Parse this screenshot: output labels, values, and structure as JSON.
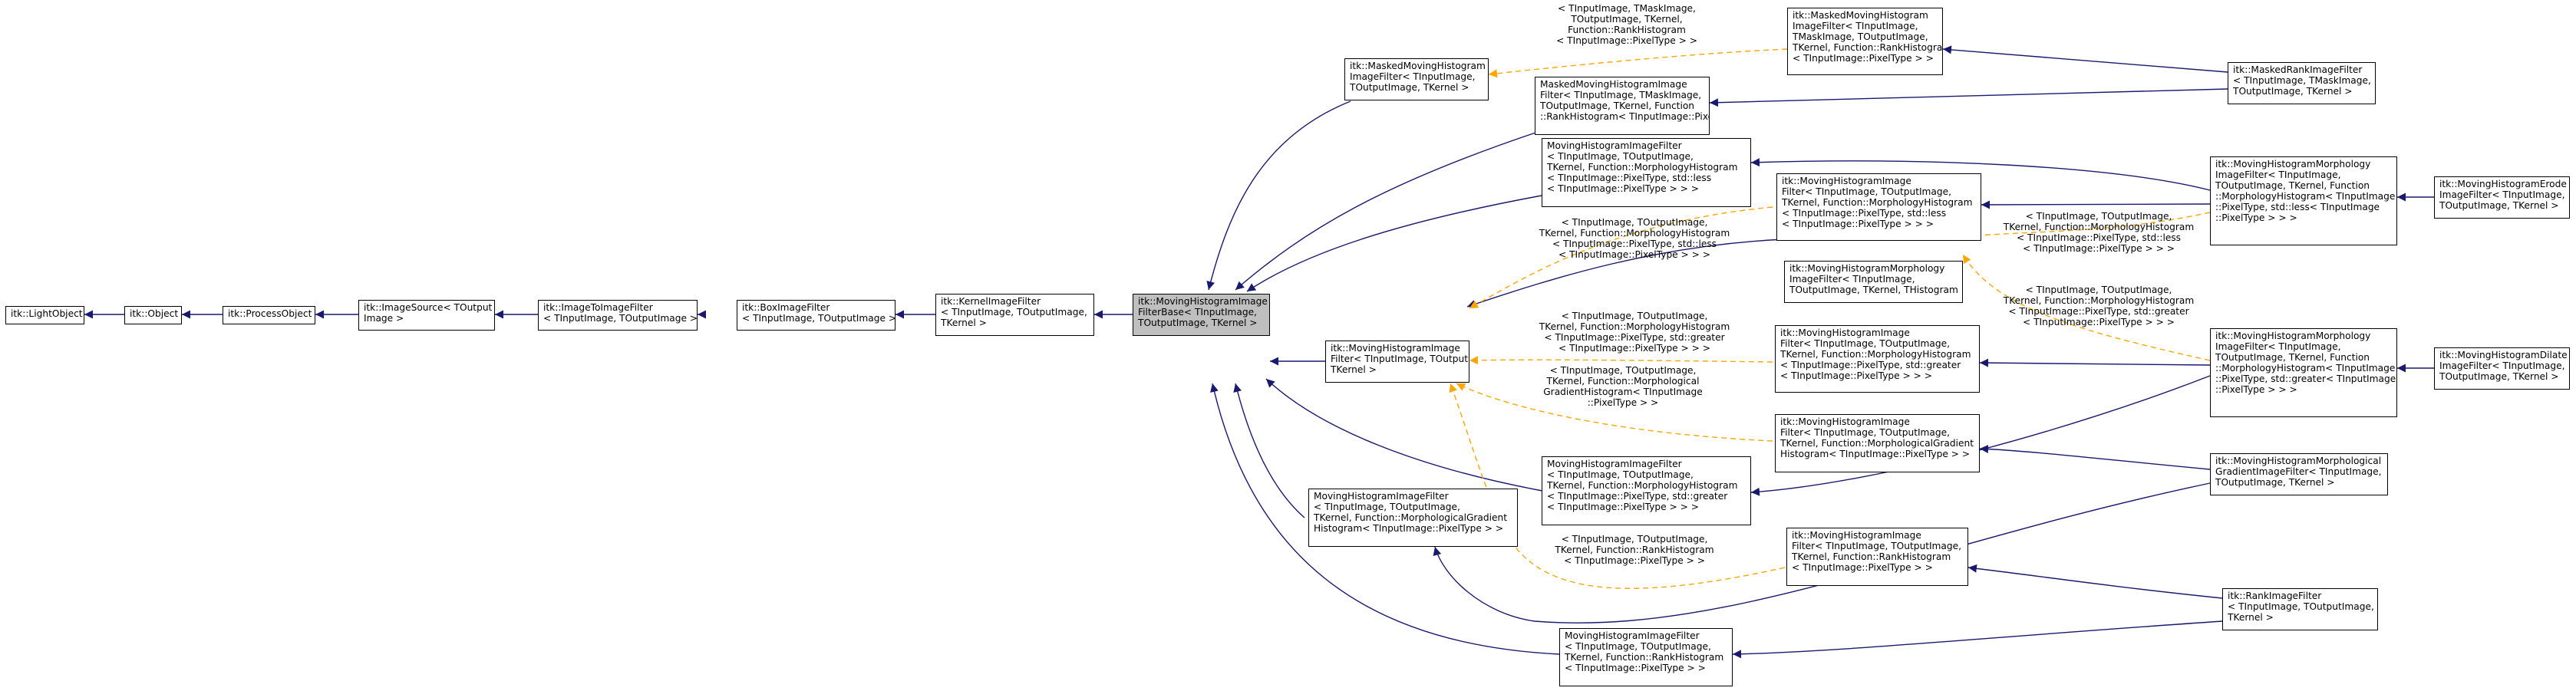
{
  "colors": {
    "inherit_edge": "#191970",
    "template_edge": "#ffa500",
    "focus_fill": "#bfbfbf"
  },
  "nodes": {
    "light_object": "itk::LightObject",
    "object": "itk::Object",
    "process_object": "itk::ProcessObject",
    "image_source": "itk::ImageSource< TOutput\nImage >",
    "image_to_image": "itk::ImageToImageFilter\n< TInputImage, TOutputImage >",
    "box_image": "itk::BoxImageFilter\n< TInputImage, TOutputImage >",
    "kernel_image": "itk::KernelImageFilter\n< TInputImage, TOutputImage,\nTKernel >",
    "mh_base": "itk::MovingHistogramImage\nFilterBase< TInputImage,\nTOutputImage, TKernel >",
    "masked_mh": "itk::MaskedMovingHistogram\nImageFilter< TInputImage,\nTOutputImage, TKernel >",
    "mh_filter": "itk::MovingHistogramImage\nFilter< TInputImage, TOutputImage,\nTKernel >",
    "mh_gradient_inst": "MovingHistogramImageFilter\n< TInputImage, TOutputImage,\nTKernel, Function::MorphologicalGradient\nHistogram< TInputImage::PixelType > >",
    "mh_rank_inst": "MovingHistogramImageFilter\n< TInputImage, TOutputImage,\nTKernel, Function::RankHistogram\n< TInputImage::PixelType > >",
    "masked_mh_inst": "MaskedMovingHistogramImage\nFilter< TInputImage, TMaskImage,\nTOutputImage, TKernel, Function\n::RankHistogram< TInputImage::PixelType > >",
    "mh_less_inst": "MovingHistogramImageFilter\n< TInputImage, TOutputImage,\nTKernel, Function::MorphologyHistogram\n< TInputImage::PixelType, std::less\n< TInputImage::PixelType > > >",
    "mh_greater_inst": "MovingHistogramImageFilter\n< TInputImage, TOutputImage,\nTKernel, Function::MorphologyHistogram\n< TInputImage::PixelType, std::greater\n< TInputImage::PixelType > > >",
    "masked_mh_rank_tpl": "itk::MaskedMovingHistogram\nImageFilter< TInputImage,\nTMaskImage, TOutputImage,\nTKernel, Function::RankHistogram\n< TInputImage::PixelType > >",
    "mh_less_tpl": "itk::MovingHistogramImage\nFilter< TInputImage, TOutputImage,\nTKernel, Function::MorphologyHistogram\n< TInputImage::PixelType, std::less\n< TInputImage::PixelType > > >",
    "mh_morphology": "itk::MovingHistogramMorphology\nImageFilter< TInputImage,\nTOutputImage, TKernel, THistogram >",
    "mh_greater_tpl": "itk::MovingHistogramImage\nFilter< TInputImage, TOutputImage,\nTKernel, Function::MorphologyHistogram\n< TInputImage::PixelType, std::greater\n< TInputImage::PixelType > > >",
    "mh_gradient_tpl": "itk::MovingHistogramImage\nFilter< TInputImage, TOutputImage,\nTKernel, Function::MorphologicalGradient\nHistogram< TInputImage::PixelType > >",
    "mh_rank_tpl": "itk::MovingHistogramImage\nFilter< TInputImage, TOutputImage,\nTKernel, Function::RankHistogram\n< TInputImage::PixelType > >",
    "masked_rank": "itk::MaskedRankImageFilter\n< TInputImage, TMaskImage,\nTOutputImage, TKernel >",
    "morph_less": "itk::MovingHistogramMorphology\nImageFilter< TInputImage,\nTOutputImage, TKernel, Function\n::MorphologyHistogram< TInputImage\n::PixelType, std::less< TInputImage\n::PixelType > > >",
    "morph_greater": "itk::MovingHistogramMorphology\nImageFilter< TInputImage,\nTOutputImage, TKernel, Function\n::MorphologyHistogram< TInputImage\n::PixelType, std::greater< TInputImage\n::PixelType > > >",
    "morph_gradient": "itk::MovingHistogramMorphological\nGradientImageFilter< TInputImage,\nTOutputImage, TKernel >",
    "rank": "itk::RankImageFilter\n< TInputImage, TOutputImage,\nTKernel >",
    "erode": "itk::MovingHistogramErode\nImageFilter< TInputImage,\nTOutputImage, TKernel >",
    "dilate": "itk::MovingHistogramDilate\nImageFilter< TInputImage,\nTOutputImage, TKernel >"
  },
  "edge_labels": {
    "masked_rank_args": "< TInputImage, TMaskImage,\nTOutputImage, TKernel,\nFunction::RankHistogram\n< TInputImage::PixelType > >",
    "less_args": "< TInputImage, TOutputImage,\nTKernel, Function::MorphologyHistogram\n< TInputImage::PixelType, std::less\n< TInputImage::PixelType > > >",
    "greater_args": "< TInputImage, TOutputImage,\nTKernel, Function::MorphologyHistogram\n< TInputImage::PixelType, std::greater\n< TInputImage::PixelType > > >",
    "gradient_args": "< TInputImage, TOutputImage,\nTKernel, Function::Morphological\nGradientHistogram< TInputImage\n::PixelType > >",
    "rank_args": "< TInputImage, TOutputImage,\nTKernel, Function::RankHistogram\n< TInputImage::PixelType > >",
    "morph_less_args": "< TInputImage, TOutputImage,\nTKernel, Function::MorphologyHistogram\n< TInputImage::PixelType, std::less\n< TInputImage::PixelType > > >",
    "morph_greater_args": "< TInputImage, TOutputImage,\nTKernel, Function::MorphologyHistogram\n< TInputImage::PixelType, std::greater\n< TInputImage::PixelType > > >"
  }
}
